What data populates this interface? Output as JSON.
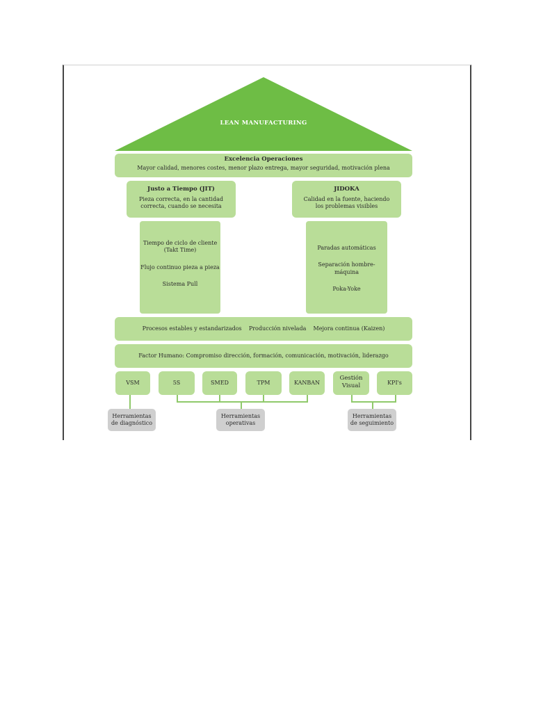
{
  "roof": {
    "title": "LEAN MANUFACTURING"
  },
  "excellence": {
    "title": "Excelencia Operaciones",
    "subtitle": "Mayor calidad, menores costes, menor plazo entrega, mayor seguridad, motivación plena"
  },
  "jit": {
    "title": "Justo a Tiempo  (JIT)",
    "line1": "Pieza correcta, en la cantidad",
    "line2": "correcta, cuando se necesita"
  },
  "jidoka": {
    "title": "JIDOKA",
    "line1": "Calidad en la fuente, haciendo",
    "line2": "los problemas visibles"
  },
  "left_pillar": {
    "item1_line1": "Tiempo de ciclo de cliente",
    "item1_line2": "(Takt Time)",
    "item2": "Flujo continuo pieza a pieza",
    "item3": "Sistema Pull"
  },
  "right_pillar": {
    "item1": "Paradas automáticas",
    "item2": "Separación hombre-máquina",
    "item3": "Poka-Yoke"
  },
  "processes": {
    "text1": "Procesos estables y estandarizados",
    "text2": "Producción nivelada",
    "text3": "Mejora continua (Kaizen)"
  },
  "human": {
    "text": "Factor  Humano: Compromiso dirección, formación, comunicación, motivación, liderazgo"
  },
  "tools": {
    "vsm": "VSM",
    "s5": "5S",
    "smed": "SMED",
    "tpm": "TPM",
    "kanban": "KANBAN",
    "gestion_line1": "Gestión",
    "gestion_line2": "Visual",
    "kpis": "KPI's"
  },
  "categories": {
    "diag_line1": "Herramientas",
    "diag_line2": "de diagnóstico",
    "oper_line1": "Herramientas",
    "oper_line2": "operativas",
    "seg_line1": "Herramientas",
    "seg_line2": "de seguimiento"
  },
  "colors": {
    "roof": "#6ebd45",
    "box": "#b9dd98",
    "grey": "#cfcfcf",
    "connector": "#8fc96a"
  }
}
